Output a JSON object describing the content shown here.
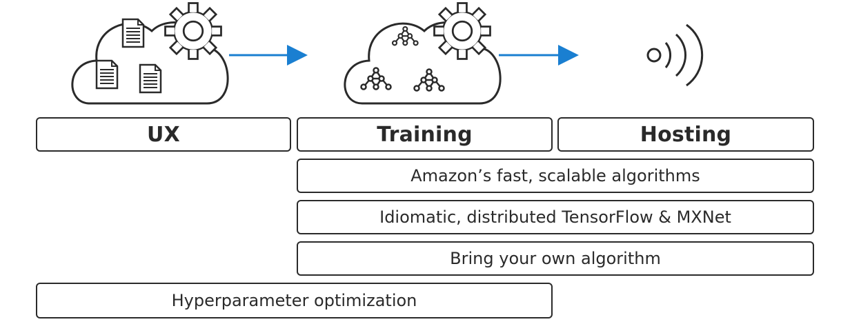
{
  "columns": {
    "ux": "UX",
    "training": "Training",
    "hosting": "Hosting"
  },
  "features": {
    "algorithms": "Amazon’s fast, scalable algorithms",
    "frameworks": "Idiomatic, distributed TensorFlow & MXNet",
    "byo": "Bring your own algorithm",
    "hpo": "Hyperparameter optimization"
  },
  "icons": {
    "ux_cloud": "cloud-documents-gear-icon",
    "training_cloud": "cloud-network-gear-icon",
    "hosting": "broadcast-signal-icon",
    "flow_arrow": "arrow-right-icon"
  },
  "colors": {
    "outline": "#2a2a2a",
    "arrow": "#1a7fd1"
  }
}
